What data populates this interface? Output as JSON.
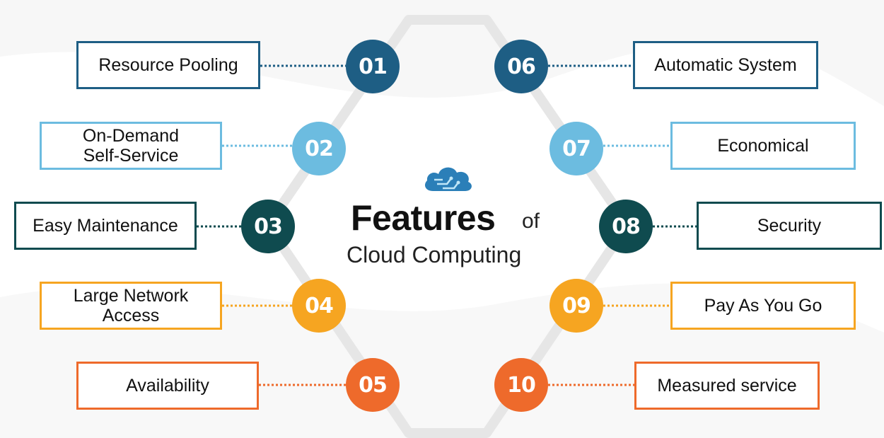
{
  "title": {
    "main": "Features",
    "connector": "of",
    "subtitle": "Cloud Computing"
  },
  "features": [
    {
      "number": "01",
      "label": "Resource Pooling",
      "color": "#1E5E84"
    },
    {
      "number": "02",
      "label": "On-Demand\nSelf-Service",
      "color": "#6CBCE0"
    },
    {
      "number": "03",
      "label": "Easy Maintenance",
      "color": "#0F4B4F"
    },
    {
      "number": "04",
      "label": "Large Network\nAccess",
      "color": "#F6A521"
    },
    {
      "number": "05",
      "label": "Availability",
      "color": "#EE6A2B"
    },
    {
      "number": "06",
      "label": "Automatic System",
      "color": "#1E5E84"
    },
    {
      "number": "07",
      "label": "Economical",
      "color": "#6CBCE0"
    },
    {
      "number": "08",
      "label": "Security",
      "color": "#0F4B4F"
    },
    {
      "number": "09",
      "label": "Pay As You Go",
      "color": "#F6A521"
    },
    {
      "number": "10",
      "label": "Measured service",
      "color": "#EE6A2B"
    }
  ],
  "icons": {
    "title": "cloud-network-icon"
  }
}
